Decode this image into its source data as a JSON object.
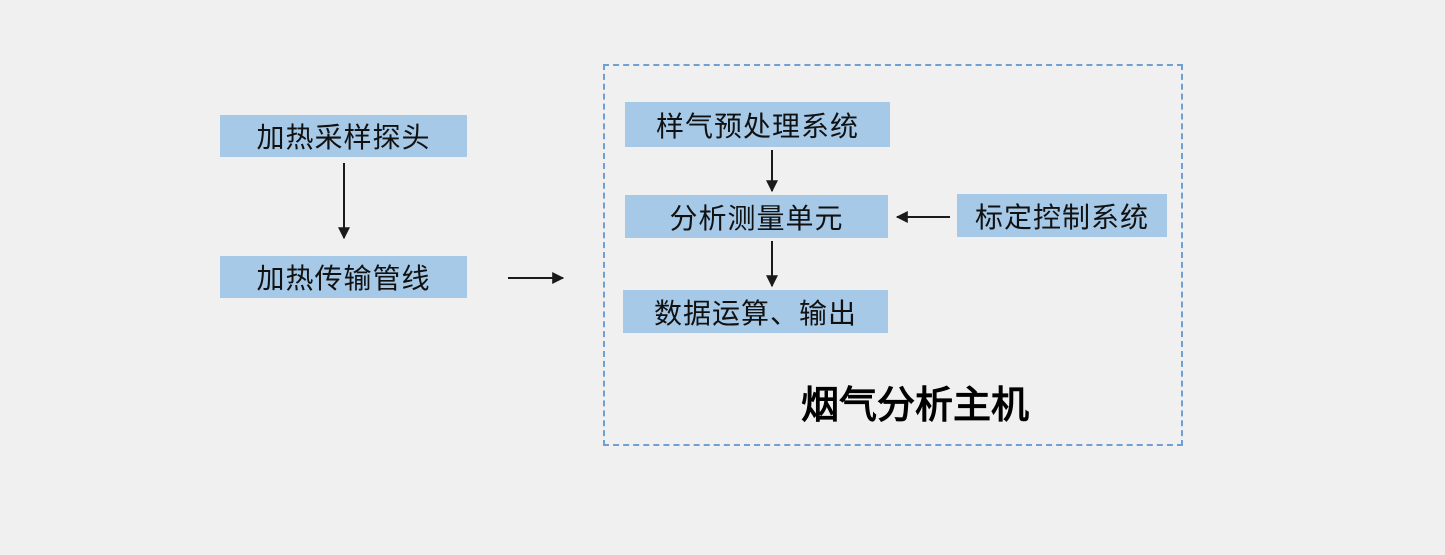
{
  "colors": {
    "canvas_bg": "#f0f0f1",
    "box_fill": "#a6c9e8",
    "dashed_border": "#6f9fd3",
    "text": "#111111",
    "arrow": "#1a1a1a"
  },
  "diagram": {
    "nodes": {
      "probe": {
        "label": "加热采样探头"
      },
      "pipeline": {
        "label": "加热传输管线"
      },
      "pretreatment": {
        "label": "样气预处理系统"
      },
      "measurement": {
        "label": "分析测量单元"
      },
      "output": {
        "label": "数据运算、输出"
      },
      "calibration": {
        "label": "标定控制系统"
      }
    },
    "group": {
      "label": "烟气分析主机",
      "contains": [
        "pretreatment",
        "measurement",
        "output",
        "calibration"
      ]
    },
    "edges": [
      {
        "from": "probe",
        "to": "pipeline",
        "direction": "down"
      },
      {
        "from": "pipeline",
        "to": "analyzer-group",
        "direction": "right"
      },
      {
        "from": "pretreatment",
        "to": "measurement",
        "direction": "down"
      },
      {
        "from": "measurement",
        "to": "output",
        "direction": "down"
      },
      {
        "from": "calibration",
        "to": "measurement",
        "direction": "left"
      }
    ]
  }
}
